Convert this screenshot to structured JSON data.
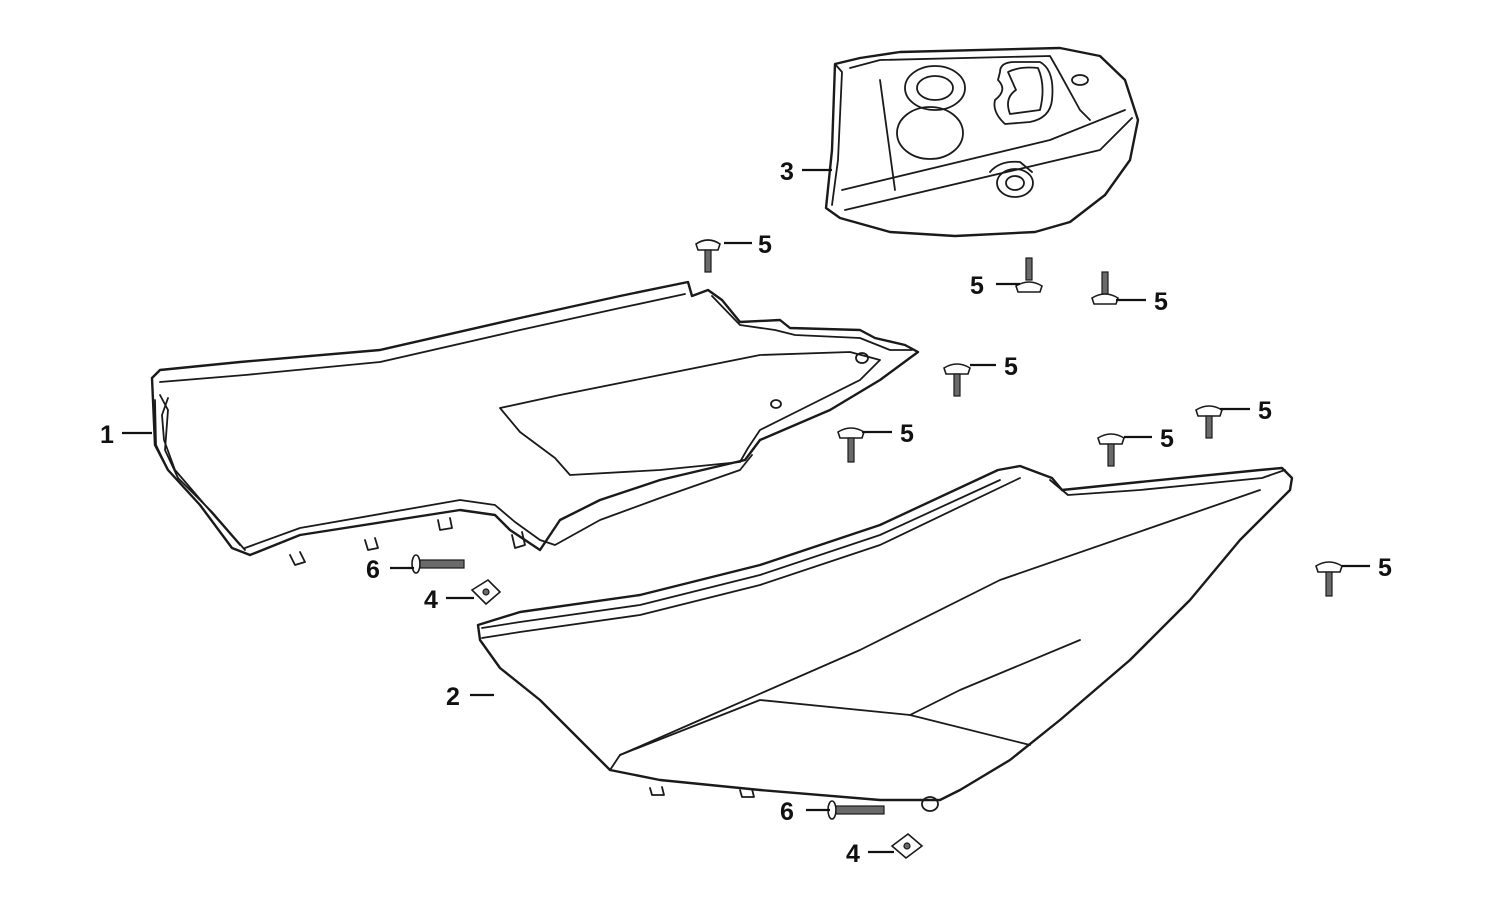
{
  "callouts": {
    "c1": "1",
    "c2": "2",
    "c3": "3",
    "c4a": "4",
    "c4b": "4",
    "c5a": "5",
    "c5b": "5",
    "c5c": "5",
    "c5d": "5",
    "c5e": "5",
    "c5f": "5",
    "c5g": "5",
    "c5h": "5",
    "c6a": "6",
    "c6b": "6"
  },
  "colors": {
    "line": "#1a1a1a",
    "background": "#ffffff"
  }
}
